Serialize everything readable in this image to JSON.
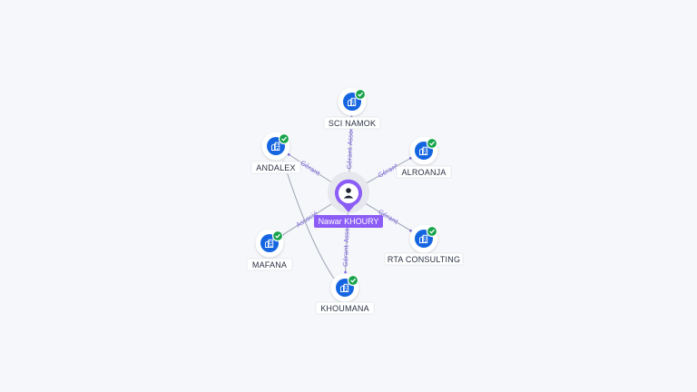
{
  "center": {
    "name": "Nawar KHOURY",
    "icon": "person-icon",
    "color": "#8b5cf6"
  },
  "companies": [
    {
      "id": "sci-namok",
      "name": "SCI NAMOK",
      "role": "Gérant Associé",
      "status": "active"
    },
    {
      "id": "alroanja",
      "name": "ALROANJA",
      "role": "Gérant",
      "status": "active"
    },
    {
      "id": "rta-consulting",
      "name": "RTA CONSULTING",
      "role": "Gérant",
      "status": "active"
    },
    {
      "id": "khoumana",
      "name": "KHOUMANA",
      "role": "Gérant Associé",
      "status": "active"
    },
    {
      "id": "mafana",
      "name": "MAFANA",
      "role": "Associé",
      "status": "active"
    },
    {
      "id": "andalex",
      "name": "ANDALEX",
      "role": "Gérant",
      "status": "active"
    }
  ],
  "extra_links": [
    {
      "from": "andalex",
      "to": "khoumana"
    }
  ],
  "colors": {
    "company_icon": "#1565e0",
    "check_badge": "#17a34a",
    "edge_label": "#7a66e0",
    "edge": "#9aa3b4"
  }
}
